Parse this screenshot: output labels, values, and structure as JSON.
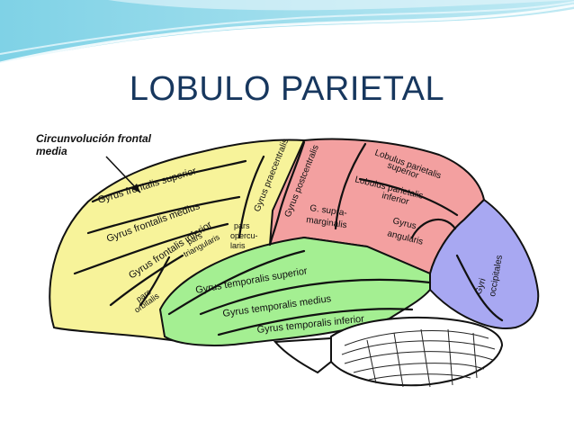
{
  "slide": {
    "title": "LOBULO PARIETAL"
  },
  "diagram": {
    "caption_line1": "Circunvolución frontal",
    "caption_line2": "media",
    "labels": {
      "gyrus_frontalis_superior": "Gyrus frontalis superior",
      "gyrus_frontalis_medius": "Gyrus frontalis medius",
      "gyrus_frontalis_inferior": "Gyrus frontalis inferior",
      "gyrus_praecentralis": "Gyrus praecentralis",
      "gyrus_postcentralis": "Gyrus postcentralis",
      "lobulus_parietalis_superior_1": "Lobulus parietalis",
      "lobulus_parietalis_superior_2": "superior",
      "lobulus_parietalis_inferior_1": "Lobulus parietalis",
      "lobulus_parietalis_inferior_2": "inferior",
      "g_supramarginalis_1": "G. supra-",
      "g_supramarginalis_2": "marginalis",
      "gyrus_angularis_1": "Gyrus",
      "gyrus_angularis_2": "angularis",
      "pars_opercularis_1": "pars",
      "pars_opercularis_2": "opercu-",
      "pars_opercularis_3": "laris",
      "pars_triangularis_1": "pars",
      "pars_triangularis_2": "triangularis",
      "pars_orbitalis_1": "pars",
      "pars_orbitalis_2": "orbitalis",
      "gyri_occipitales_1": "Gyri",
      "gyri_occipitales_2": "occipitales",
      "gyrus_temporalis_superior": "Gyrus temporalis superior",
      "gyrus_temporalis_medius": "Gyrus temporalis medius",
      "gyrus_temporalis_inferior": "Gyrus temporalis inferior"
    },
    "colors": {
      "frontal": "#f7f39a",
      "parietal": "#f3a0a0",
      "temporal": "#a4ef92",
      "occipital": "#a8a8f2",
      "cerebellum": "#ffffff",
      "outline": "#111111"
    }
  }
}
